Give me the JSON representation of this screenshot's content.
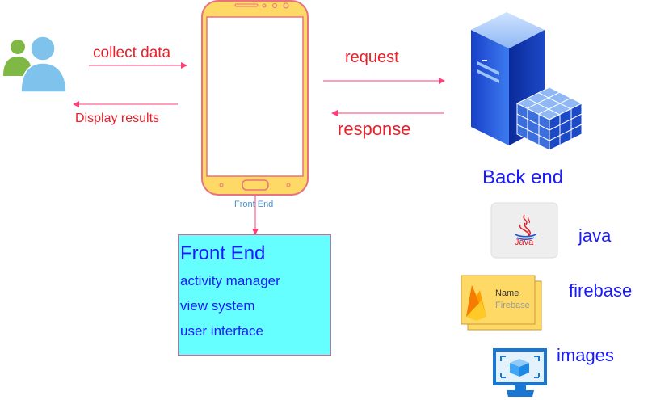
{
  "labels": {
    "collect_data": "collect data",
    "display_results": "Display results",
    "request": "request",
    "response": "response",
    "phone_caption": "Front End",
    "back_end": "Back end"
  },
  "front_end_box": {
    "title": "Front End",
    "items": [
      "activity manager",
      "view system",
      "user interface"
    ]
  },
  "tech": {
    "java_icon_text": "Java",
    "java_label": "java",
    "firebase_card_name": "Name",
    "firebase_card_sub": "Firebase",
    "firebase_label": "firebase",
    "images_label": "images"
  },
  "colors": {
    "arrow_pink": "#ff3d77",
    "label_red": "#e8202a",
    "label_blue": "#1a1aff",
    "phone_body": "#ffd966",
    "phone_outline": "#e8737f",
    "box_fill": "#66ffff",
    "users_blue": "#7fc3ec",
    "users_green": "#80b846",
    "server_blue": "#1f57d6",
    "firebase_yellow": "#ffd966"
  }
}
